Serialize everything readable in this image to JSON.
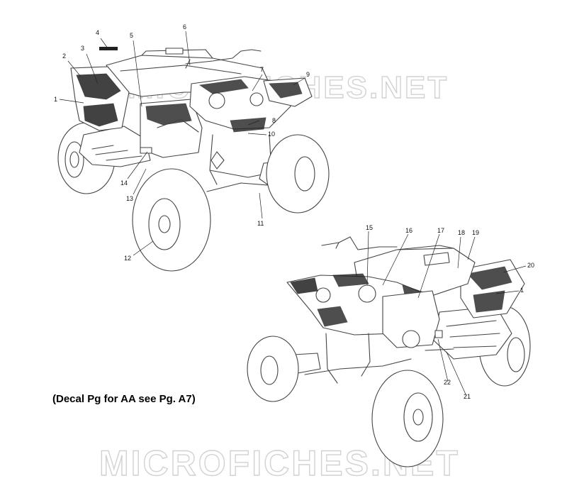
{
  "watermark": {
    "text_top": "MICROFICHES.NET",
    "text_bottom": "MICROFICHES.NET"
  },
  "note": {
    "text": "(Decal Pg for AA see Pg. A7)"
  },
  "callouts": {
    "top_left_view": [
      "1",
      "2",
      "3",
      "4",
      "5",
      "6",
      "7",
      "8",
      "9",
      "10",
      "11",
      "12",
      "13",
      "14"
    ],
    "bottom_right_view": [
      "15",
      "16",
      "17",
      "18",
      "19",
      "20",
      "1",
      "21",
      "22"
    ]
  },
  "colors": {
    "line": "#444444",
    "decal_dark": "#222222",
    "watermark": "#d2d2d2"
  }
}
